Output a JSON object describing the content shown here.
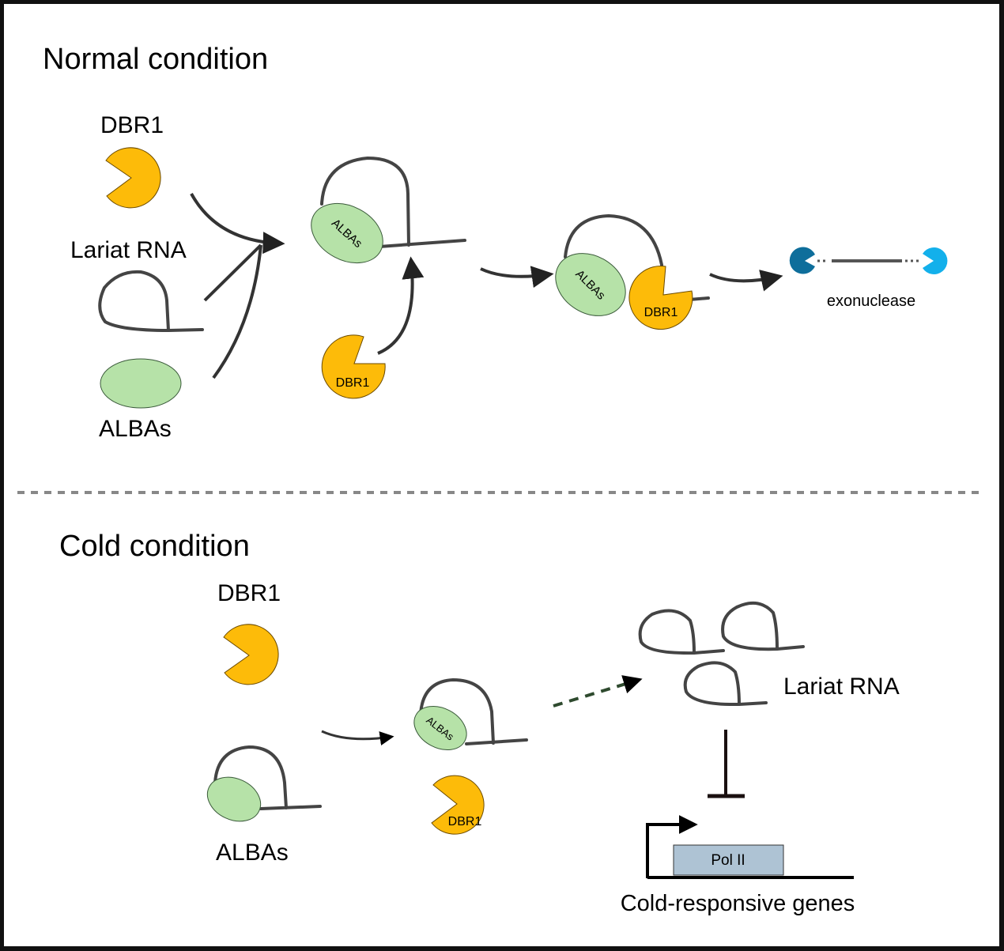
{
  "figure": {
    "domain": "Diagram",
    "colors": {
      "dbr1": "#FDBB09",
      "dbr1_stroke": "#6b4a00",
      "albas": "#B6E2A8",
      "albas_stroke": "#3a5a3a",
      "rna_line": "#444444",
      "arrow": "#333333",
      "divider": "#888888",
      "exo_dark": "#0E6E9B",
      "exo_light": "#13B0EB",
      "pol2_fill": "#AEC3D4",
      "dashed_arrow": "#2E4A2E"
    }
  },
  "normal": {
    "title": "Normal condition",
    "dbr1_label": "DBR1",
    "lariat_label": "Lariat RNA",
    "albas_label": "ALBAs",
    "complex_albas": "ALBAs",
    "free_dbr1": "DBR1",
    "complex2_albas": "ALBAs",
    "complex2_dbr1": "DBR1",
    "exonuclease_label": "exonuclease"
  },
  "cold": {
    "title": "Cold condition",
    "dbr1_label": "DBR1",
    "albas_label": "ALBAs",
    "complex_albas": "ALBAs",
    "free_dbr1": "DBR1",
    "lariat_label": "Lariat RNA",
    "pol2_label": "Pol II",
    "genes_label": "Cold-responsive genes"
  }
}
